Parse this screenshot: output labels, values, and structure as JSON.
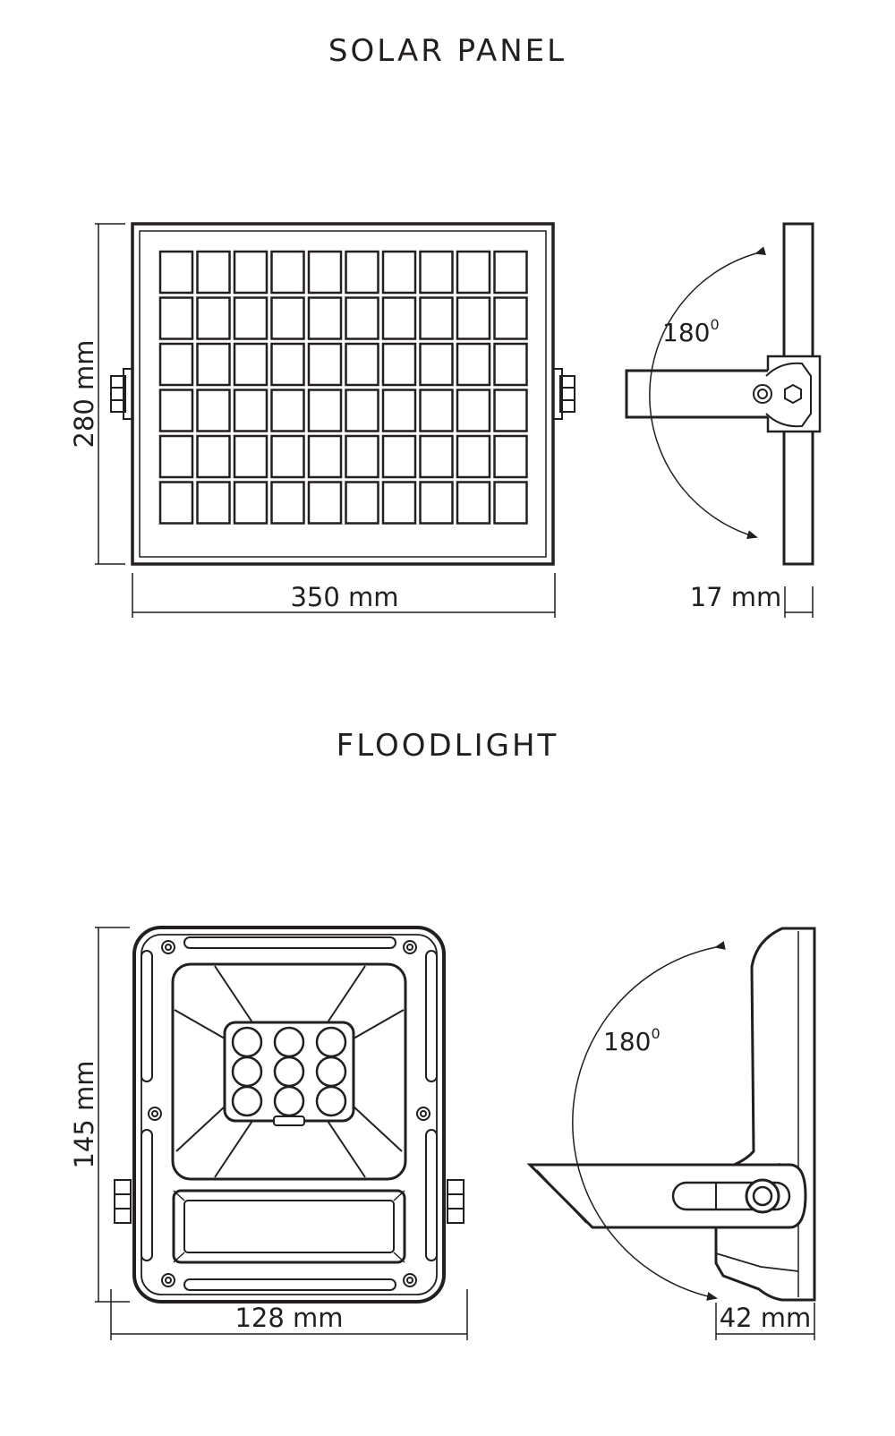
{
  "solar_panel": {
    "title": "SOLAR PANEL",
    "height_label": "280 mm",
    "width_label": "350 mm",
    "depth_label": "17 mm",
    "rotation_value": "180",
    "rotation_unit": "0",
    "cell_rows": 6,
    "cell_cols": 10
  },
  "floodlight": {
    "title": "FLOODLIGHT",
    "height_label": "145 mm",
    "width_label": "128 mm",
    "depth_label": "42 mm",
    "rotation_value": "180",
    "rotation_unit": "0",
    "led_rows": 3,
    "led_cols": 3
  },
  "colors": {
    "line": "#231f20",
    "background": "#ffffff"
  }
}
